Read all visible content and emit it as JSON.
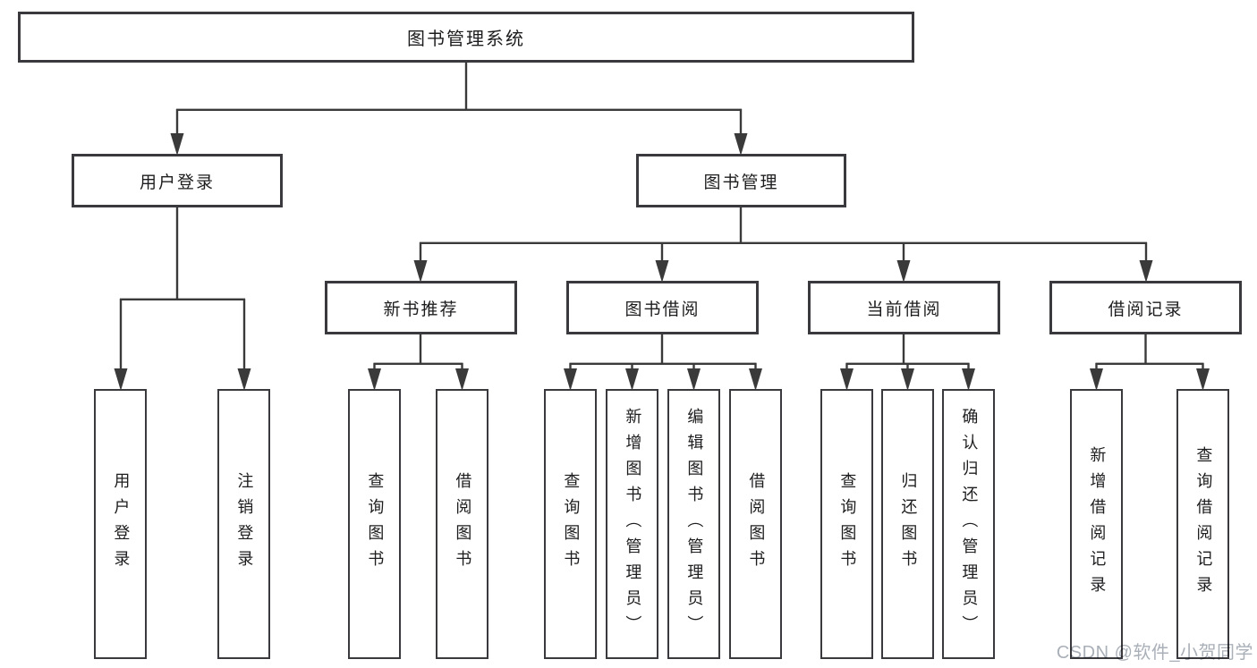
{
  "tree": {
    "label": "图书管理系统",
    "children": [
      {
        "label": "用户登录",
        "children": [
          {
            "label": "用户登录"
          },
          {
            "label": "注销登录"
          }
        ]
      },
      {
        "label": "图书管理",
        "children": [
          {
            "label": "新书推荐",
            "children": [
              {
                "label": "查询图书"
              },
              {
                "label": "借阅图书"
              }
            ]
          },
          {
            "label": "图书借阅",
            "children": [
              {
                "label": "查询图书"
              },
              {
                "label": "新增图书（管理员）"
              },
              {
                "label": "编辑图书（管理员）"
              },
              {
                "label": "借阅图书"
              }
            ]
          },
          {
            "label": "当前借阅",
            "children": [
              {
                "label": "查询图书"
              },
              {
                "label": "归还图书"
              },
              {
                "label": "确认归还（管理员）"
              }
            ]
          },
          {
            "label": "借阅记录",
            "children": [
              {
                "label": "新增借阅记录"
              },
              {
                "label": "查询借阅记录"
              }
            ]
          }
        ]
      }
    ]
  },
  "watermark": {
    "text": "CSDN @软件_小贺同学"
  },
  "colors": {
    "line": "#3a3a3a",
    "box_border": "#3a3a3e",
    "text": "#1d1d1f",
    "watermark": "#aab0b8",
    "background": "#ffffff"
  }
}
